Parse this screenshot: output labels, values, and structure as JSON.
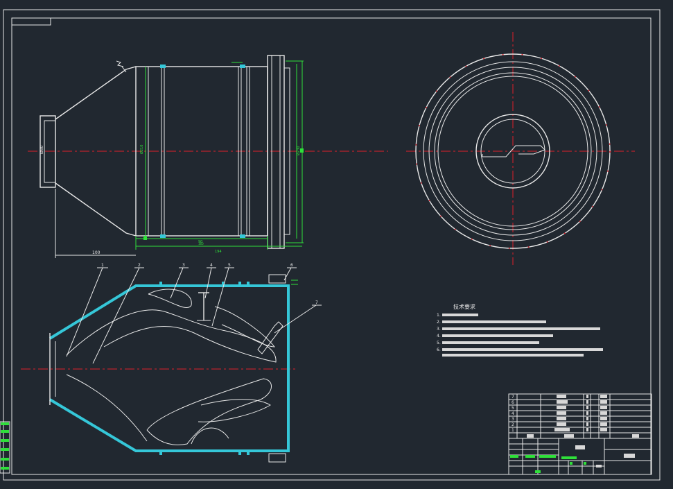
{
  "colors": {
    "background": "#212830",
    "outline": "#e8e8e8",
    "dimension": "#2fe03a",
    "centerline": "#e0202a",
    "section": "#35c7d8"
  },
  "dimensions": {
    "d_inlet": "Ø80",
    "d_body": "Ø210",
    "d_flange": "Ø230",
    "len_cone": "100",
    "len_body": "160",
    "len_inner": "90",
    "len_total": "194"
  },
  "part_callouts": [
    "1",
    "2",
    "3",
    "4",
    "5",
    "6",
    "7"
  ],
  "technical_requirements": {
    "title": "技术要求",
    "items": [
      "1.",
      "2.",
      "3.",
      "4.",
      "5.",
      "6."
    ]
  },
  "bom": {
    "row_numbers": [
      "7",
      "6",
      "5",
      "4",
      "3",
      "2",
      "1"
    ]
  }
}
